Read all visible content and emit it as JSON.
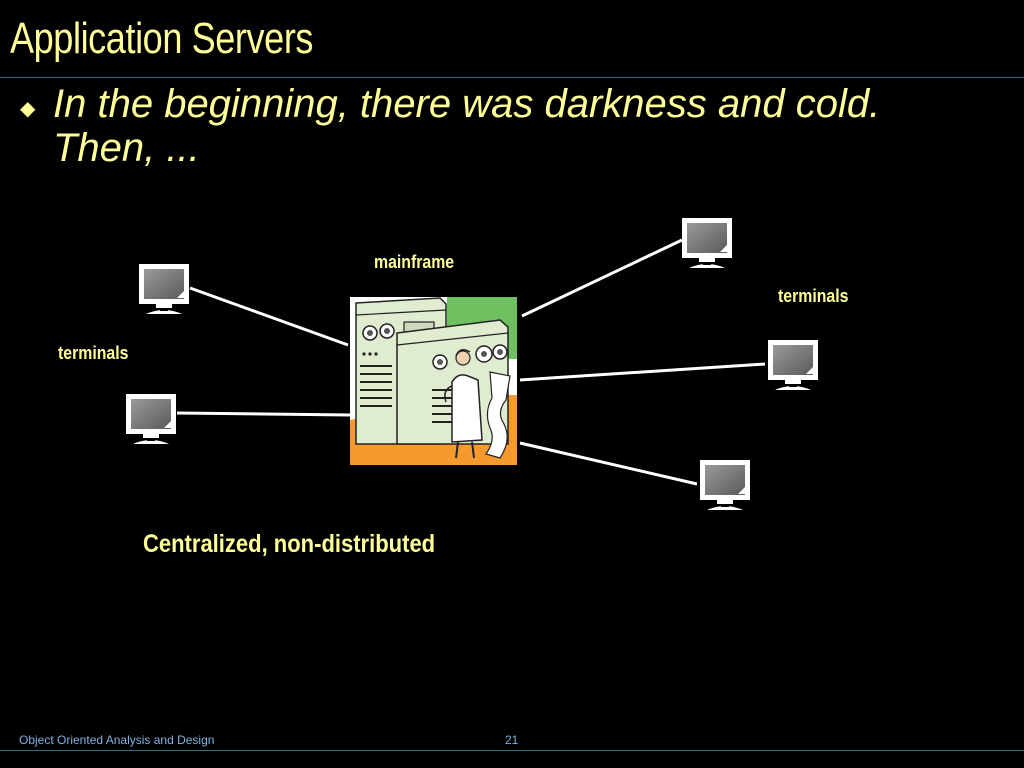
{
  "slide": {
    "title": "Application Servers",
    "bullet": "In the beginning, there was darkness and cold. Then, ...",
    "caption": "Centralized, non-distributed"
  },
  "diagram": {
    "center_label": "mainframe",
    "left_label": "terminals",
    "right_label": "terminals"
  },
  "footer": {
    "course": "Object Oriented Analysis and Design",
    "page_number": "21"
  },
  "colors": {
    "background": "#000000",
    "text": "#ffff99",
    "rule": "#2e6a8a",
    "footer_text": "#7fb2e0"
  }
}
